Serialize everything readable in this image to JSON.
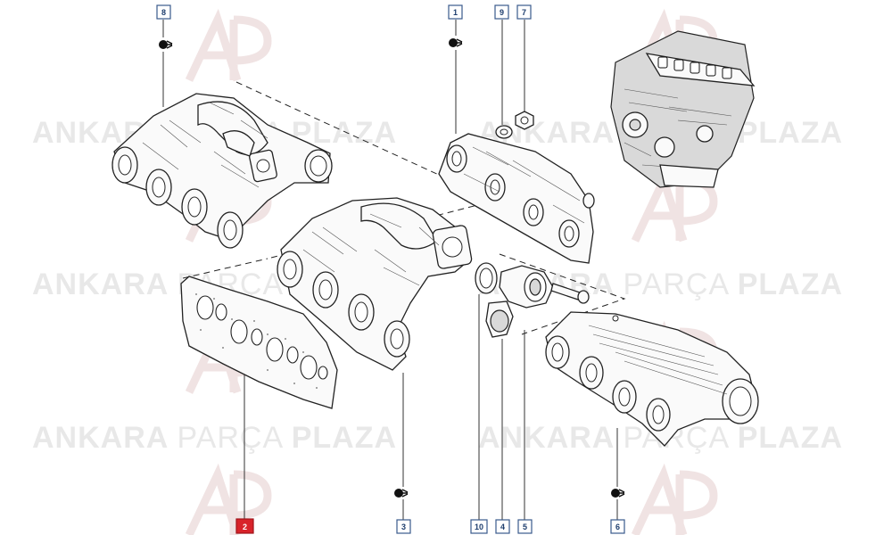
{
  "watermark": {
    "brand_light": "ANKARA ",
    "brand_mid": "PARÇA ",
    "brand_bold": "PLAZA"
  },
  "callouts": [
    {
      "id": "c1",
      "label": "1",
      "highlight": false
    },
    {
      "id": "c2",
      "label": "2",
      "highlight": true
    },
    {
      "id": "c3",
      "label": "3",
      "highlight": false
    },
    {
      "id": "c4",
      "label": "4",
      "highlight": false
    },
    {
      "id": "c5",
      "label": "5",
      "highlight": false
    },
    {
      "id": "c6",
      "label": "6",
      "highlight": false
    },
    {
      "id": "c7",
      "label": "7",
      "highlight": false
    },
    {
      "id": "c8",
      "label": "8",
      "highlight": false
    },
    {
      "id": "c9",
      "label": "9",
      "highlight": false
    },
    {
      "id": "c10",
      "label": "10",
      "highlight": false
    }
  ],
  "colors": {
    "callout_border": "#3a5a8c",
    "highlight": "#d8232a",
    "watermark": "#e6e6e6"
  }
}
